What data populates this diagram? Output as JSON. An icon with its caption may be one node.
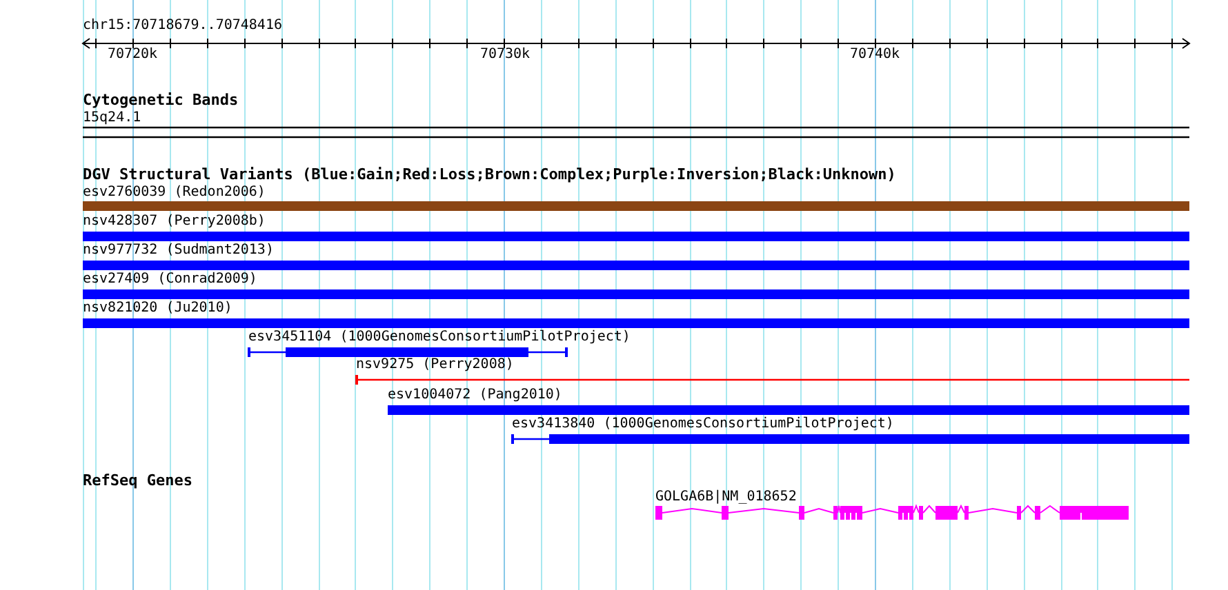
{
  "diagram": {
    "title": "chr15:70718679..70748416",
    "nodes": [
      {
        "text": [
          "15q24.1"
        ]
      },
      {
        "text": [
          "esv2760039 (Redon2006)"
        ]
      },
      {
        "text": [
          "nsv428307 (Perry2008b)"
        ]
      },
      {
        "text": [
          "nsv977732 (Sudmant2013)"
        ]
      },
      {
        "text": [
          "esv27409 (Conrad2009)"
        ]
      },
      {
        "text": [
          "nsv821020 (Ju2010)"
        ]
      },
      {
        "text": [
          "esv3451104 (1000GenomesConsortiumPilotProject)"
        ]
      },
      {
        "text": [
          "nsv9275 (Perry2008)"
        ]
      },
      {
        "text": [
          "esv1004072 (Pang2010)"
        ]
      },
      {
        "text": [
          "esv3413840 (1000GenomesConsortiumPilotProject)"
        ]
      },
      {
        "text": [
          "GOLGA6B|NM_018652"
        ]
      }
    ],
    "labels": [
      "70720k",
      "70730k",
      "70740k",
      "Cytogenetic Bands",
      "DGV Structural Variants (Blue:Gain;Red:Loss;Brown:Complex;Purple:Inversion;Black:Unknown)",
      "RefSeq Genes"
    ]
  }
}
